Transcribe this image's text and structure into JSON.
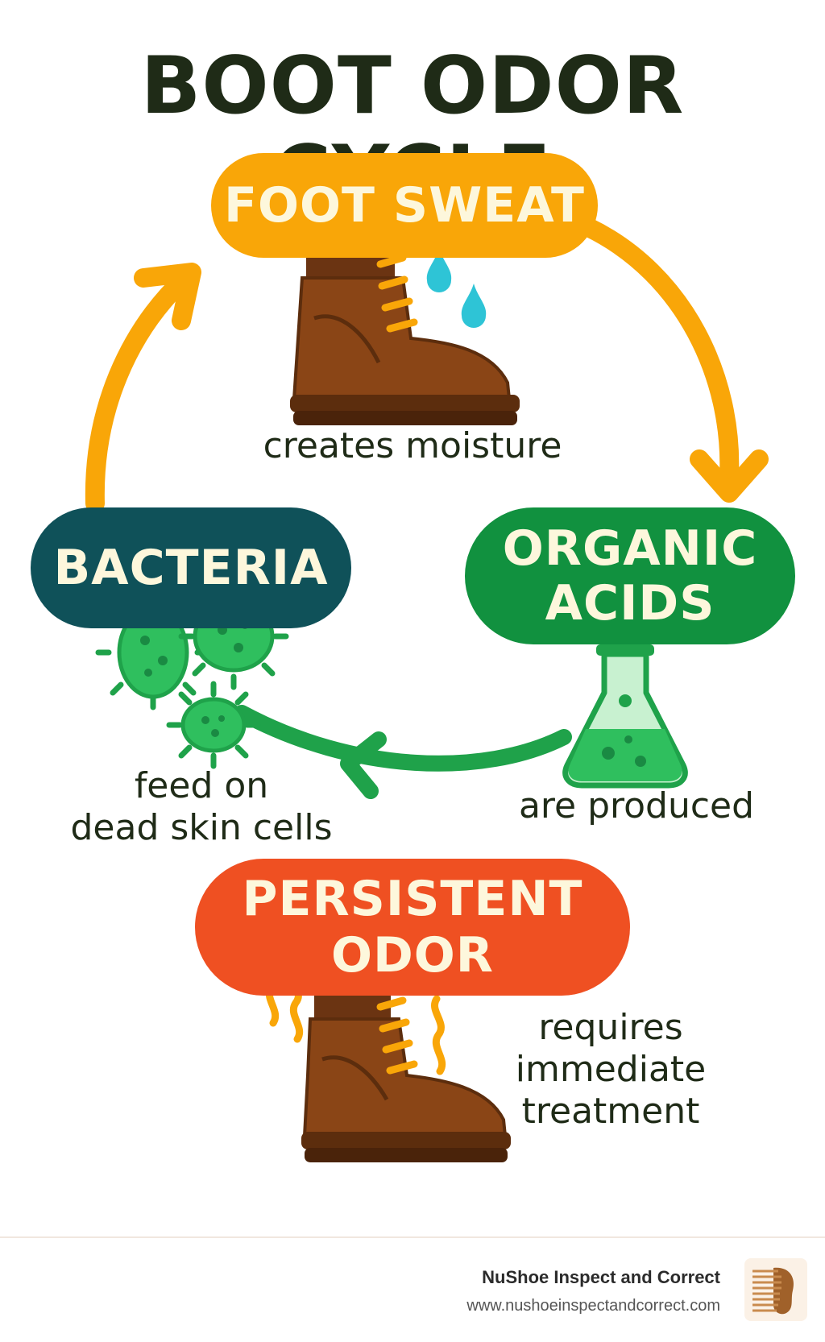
{
  "title": "BOOT ODOR CYCLE",
  "stages": {
    "sweat": {
      "label": "FOOT SWEAT",
      "caption": "creates moisture"
    },
    "acids": {
      "label_line1": "ORGANIC",
      "label_line2": "ACIDS",
      "caption": "are produced"
    },
    "bacteria": {
      "label": "BACTERIA",
      "caption_line1": "feed on",
      "caption_line2": "dead skin cells"
    },
    "odor": {
      "label_line1": "PERSISTENT",
      "label_line2": "ODOR",
      "caption_line1": "requires",
      "caption_line2": "immediate",
      "caption_line3": "treatment"
    }
  },
  "footer": {
    "brand": "NuShoe Inspect and Correct",
    "url": "www.nushoeinspectandcorrect.com"
  },
  "colors": {
    "title": "#1f2b17",
    "sweat": "#f9a608",
    "bacteria": "#0f5159",
    "acids": "#11913f",
    "odor": "#ef5022",
    "boot": "#7a3e14",
    "water": "#2ec4d6",
    "microbe": "#2fbf5e"
  },
  "icons": [
    "boot-icon",
    "water-drop-icon",
    "bacteria-icon",
    "flask-icon",
    "odor-wave-icon",
    "brand-logo-icon"
  ]
}
